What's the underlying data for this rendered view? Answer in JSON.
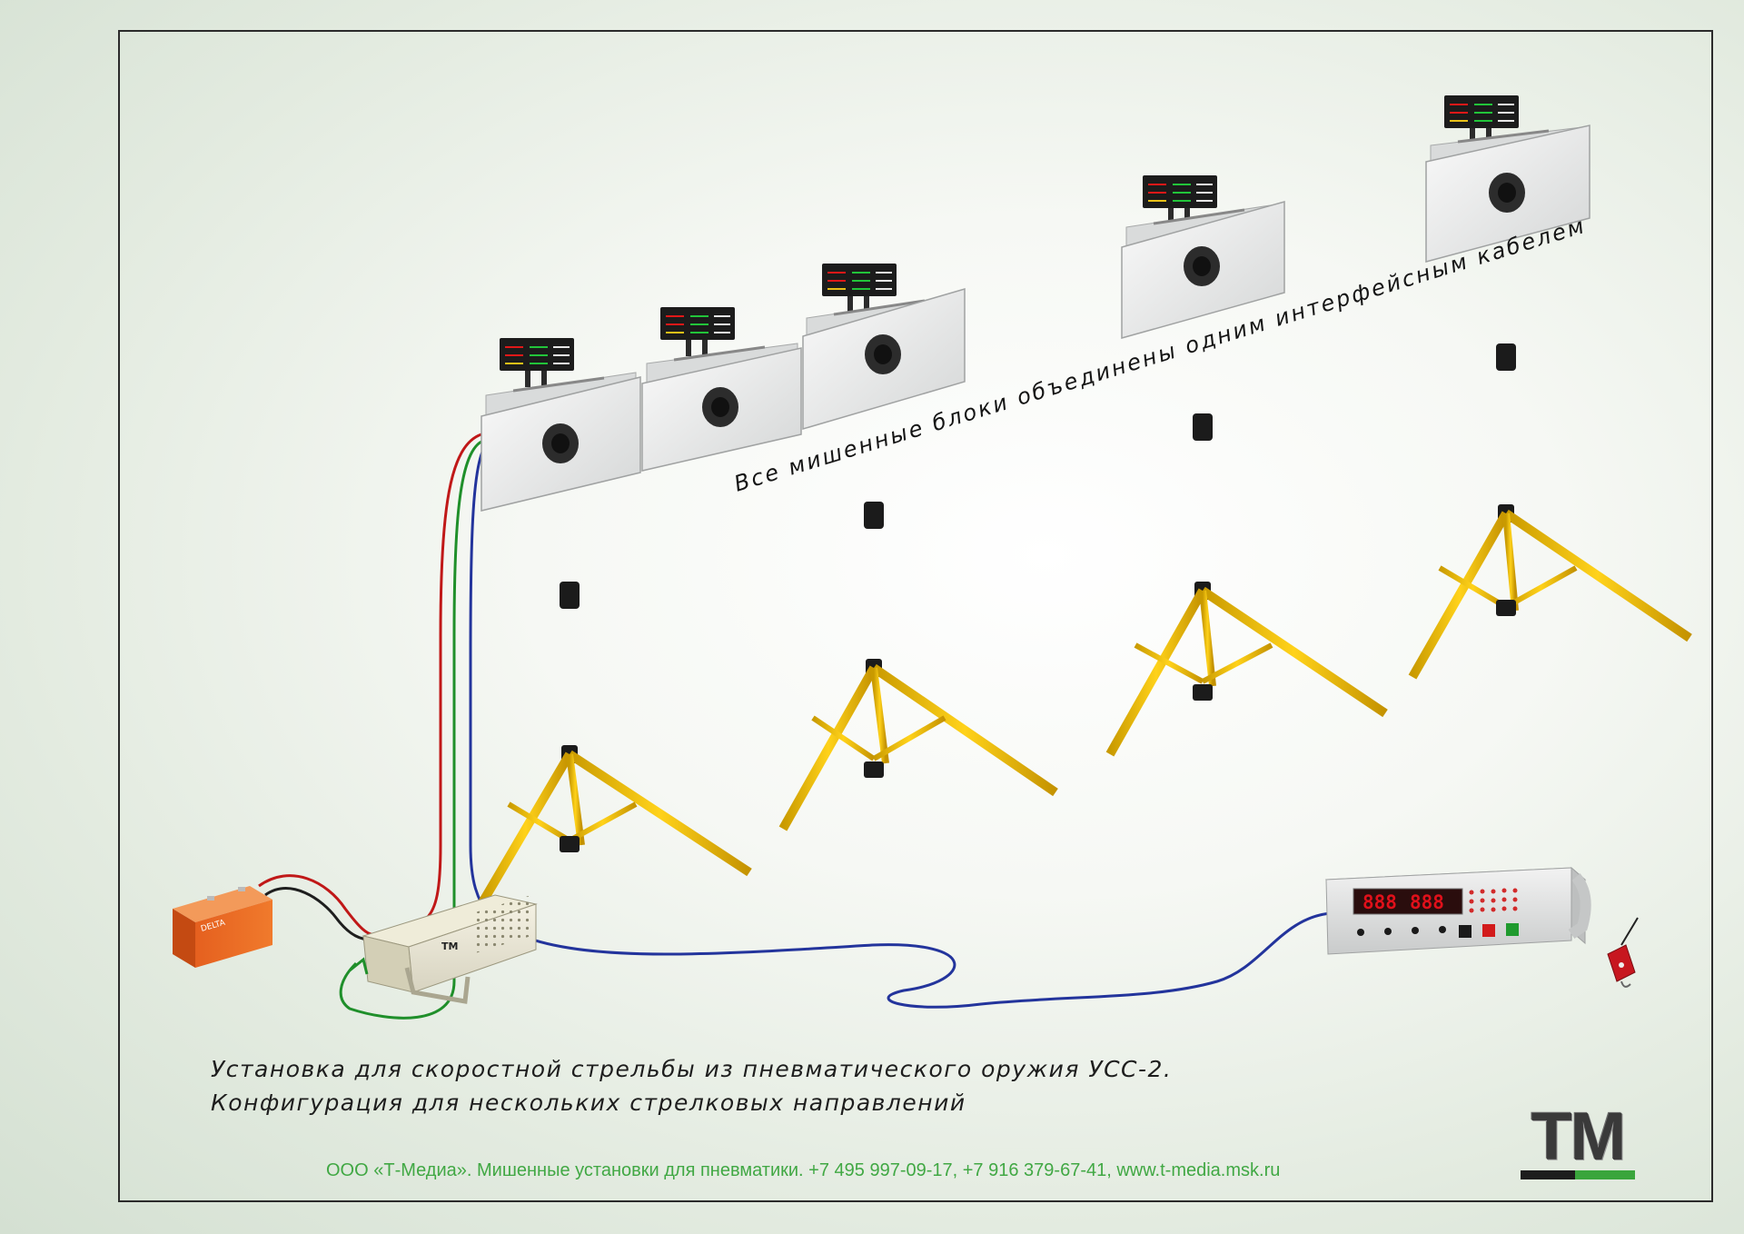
{
  "cable_label": "Все мишенные блоки объединены одним интерфейсным кабелем",
  "caption": {
    "line1": "Установка для скоростной стрельбы из пневматического оружия УСС-2.",
    "line2": "Конфигурация для нескольких стрелковых направлений"
  },
  "footer": "ООО «Т-Медиа». Мишенные установки для пневматики. +7 495 997-09-17, +7 916 379-67-41, www.t-media.msk.ru",
  "logo": {
    "text": "ТМ",
    "colors": {
      "dark": "#1d1d1d",
      "green": "#3aa53c"
    }
  },
  "devices": {
    "battery_label": "DELTA",
    "control_box_label": "ТМ",
    "controller_display_left": "888",
    "controller_display_right": "888"
  },
  "colors": {
    "stand": "#f2c200",
    "cable_red": "#c01818",
    "cable_green": "#1f8f2a",
    "cable_blue": "#23349c",
    "display_red": "#e0101a"
  },
  "icons": [
    "target-unit",
    "tripod-stand",
    "led-scoreboard",
    "battery",
    "control-box",
    "controller-unit",
    "remote-control"
  ]
}
